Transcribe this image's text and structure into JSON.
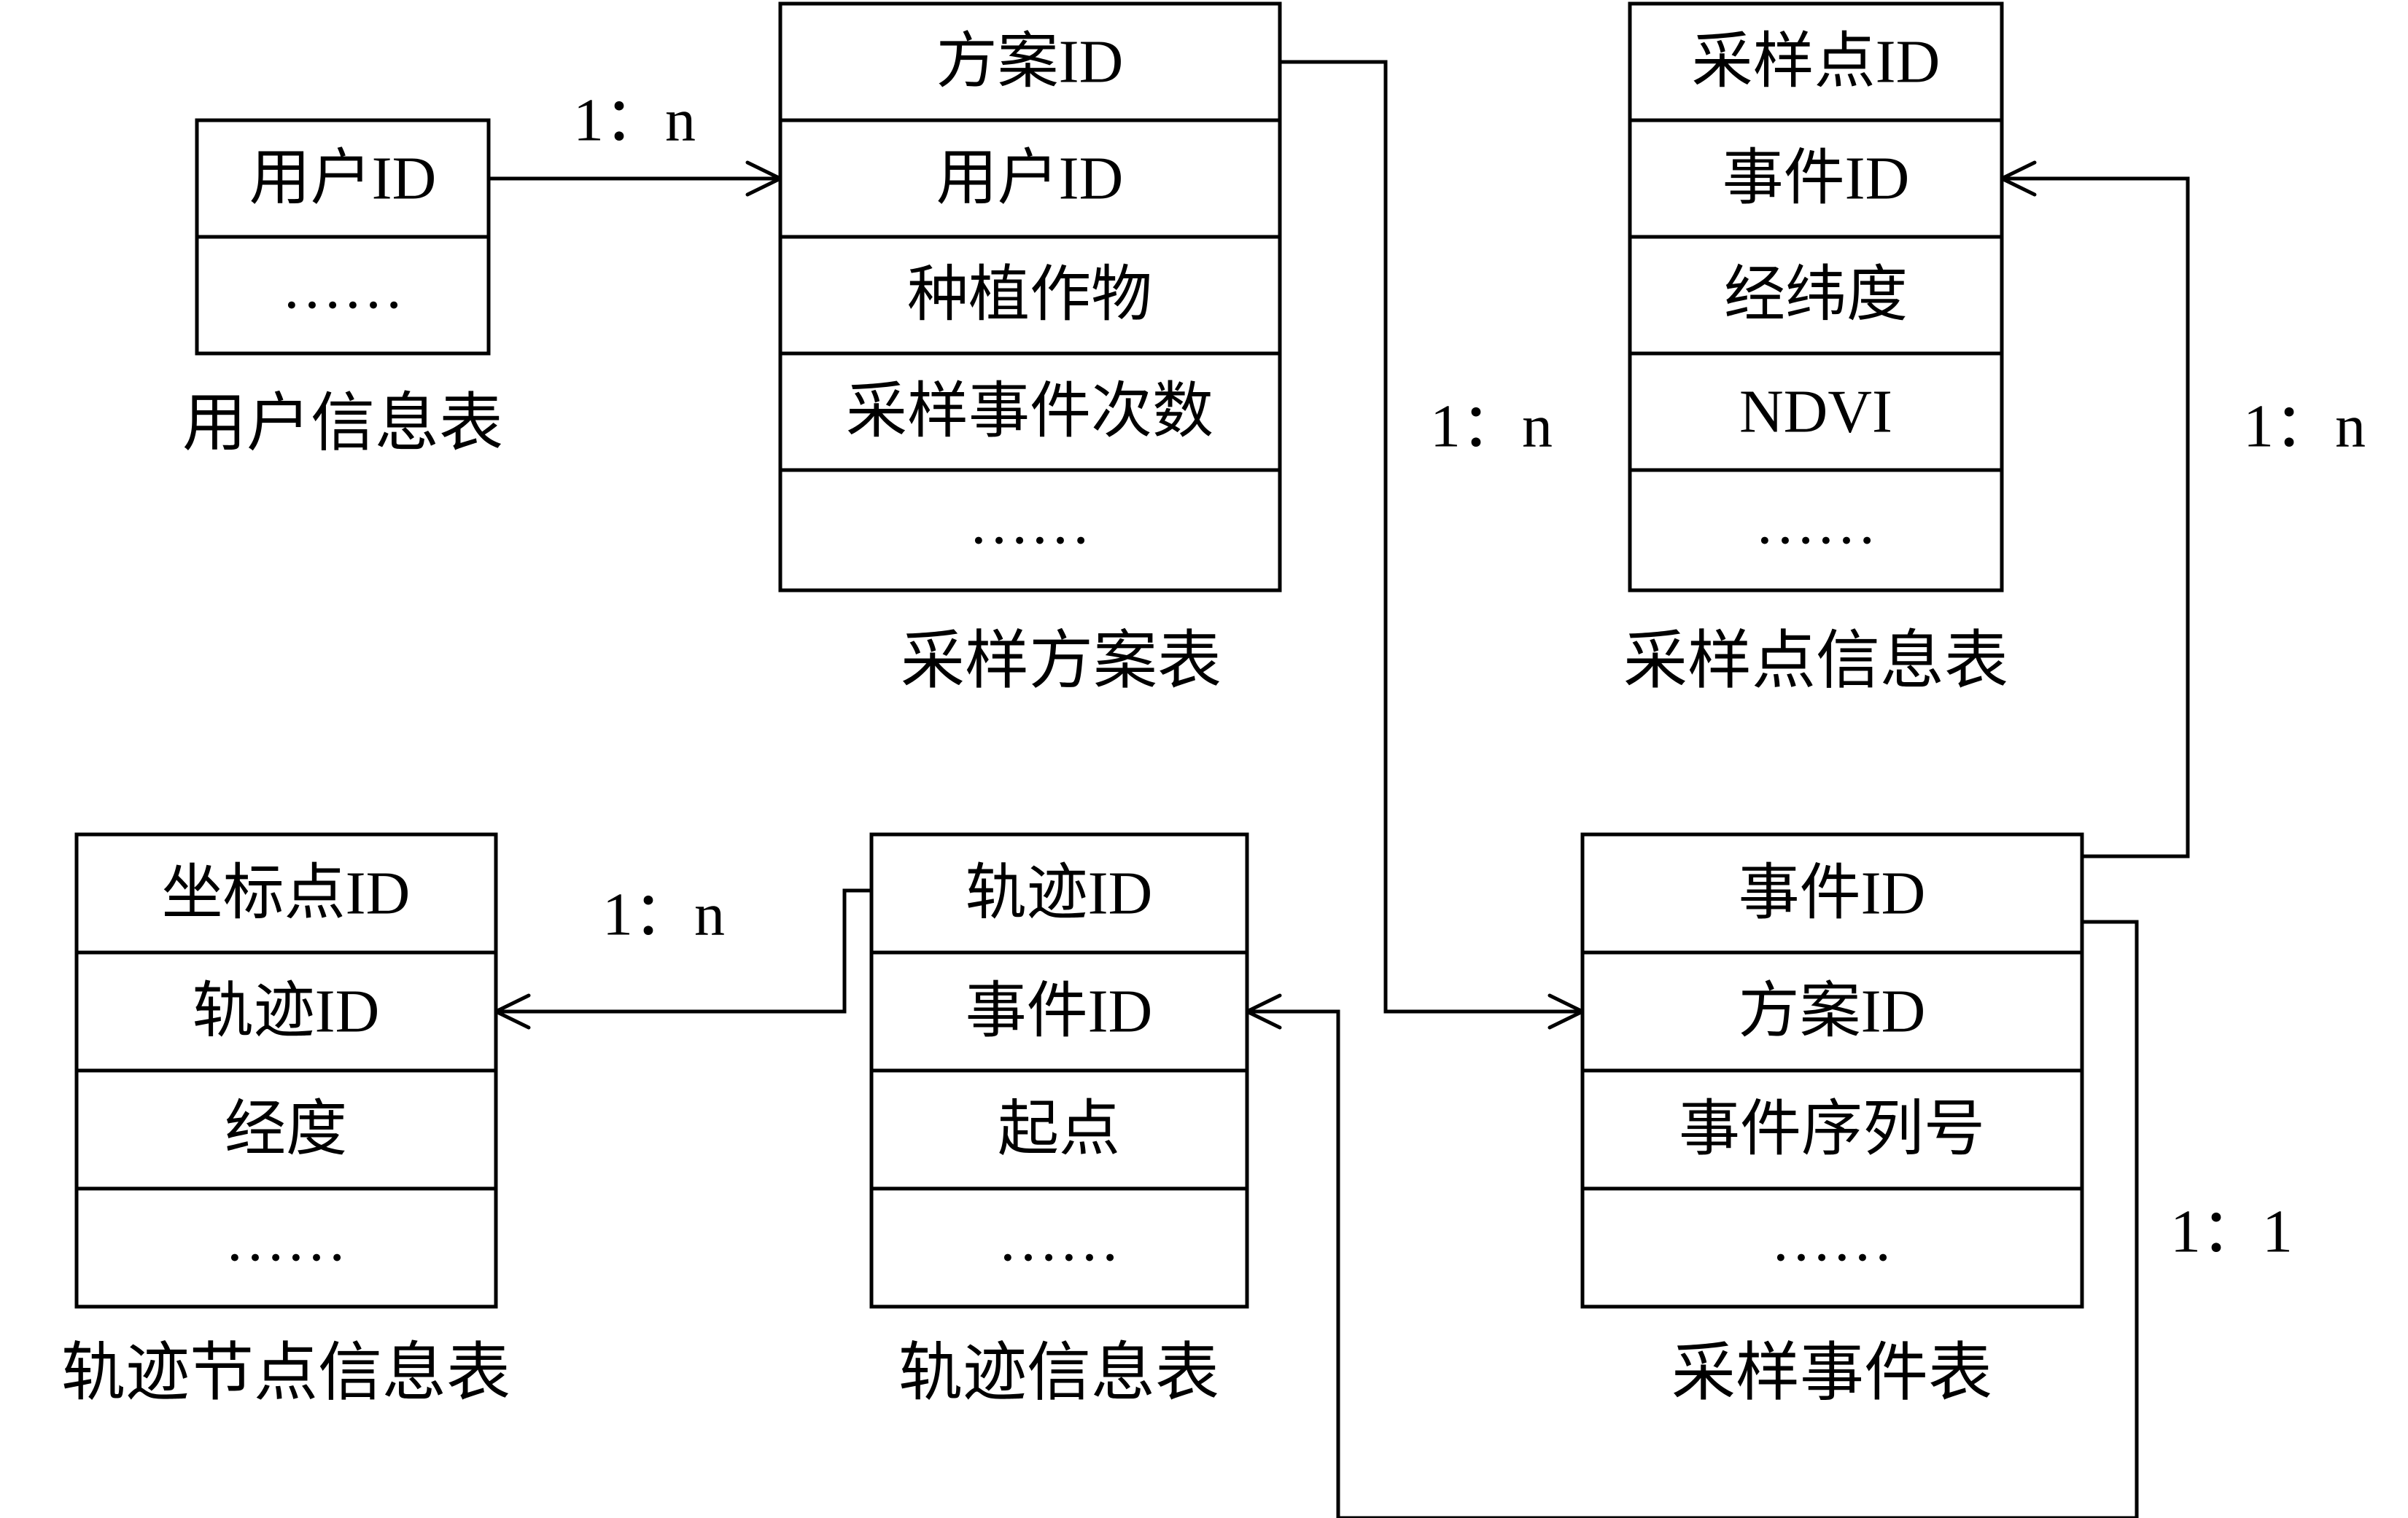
{
  "tables": [
    {
      "id": "user",
      "caption": "用户信息表",
      "fields": [
        "用户ID",
        "……"
      ]
    },
    {
      "id": "scheme",
      "caption": "采样方案表",
      "fields": [
        "方案ID",
        "用户ID",
        "种植作物",
        "采样事件次数",
        "……"
      ]
    },
    {
      "id": "point",
      "caption": "采样点信息表",
      "fields": [
        "采样点ID",
        "事件ID",
        "经纬度",
        "NDVI",
        "……"
      ]
    },
    {
      "id": "node",
      "caption": "轨迹节点信息表",
      "fields": [
        "坐标点ID",
        "轨迹ID",
        "经度",
        "……"
      ]
    },
    {
      "id": "track",
      "caption": "轨迹信息表",
      "fields": [
        "轨迹ID",
        "事件ID",
        "起点",
        "……"
      ]
    },
    {
      "id": "event",
      "caption": "采样事件表",
      "fields": [
        "事件ID",
        "方案ID",
        "事件序列号",
        "……"
      ]
    }
  ],
  "relations": [
    {
      "id": "user-scheme",
      "label": "1：n"
    },
    {
      "id": "scheme-event",
      "label": "1：n"
    },
    {
      "id": "event-point",
      "label": "1：n"
    },
    {
      "id": "track-node",
      "label": "1：n"
    },
    {
      "id": "event-track",
      "label": "1：1"
    }
  ]
}
